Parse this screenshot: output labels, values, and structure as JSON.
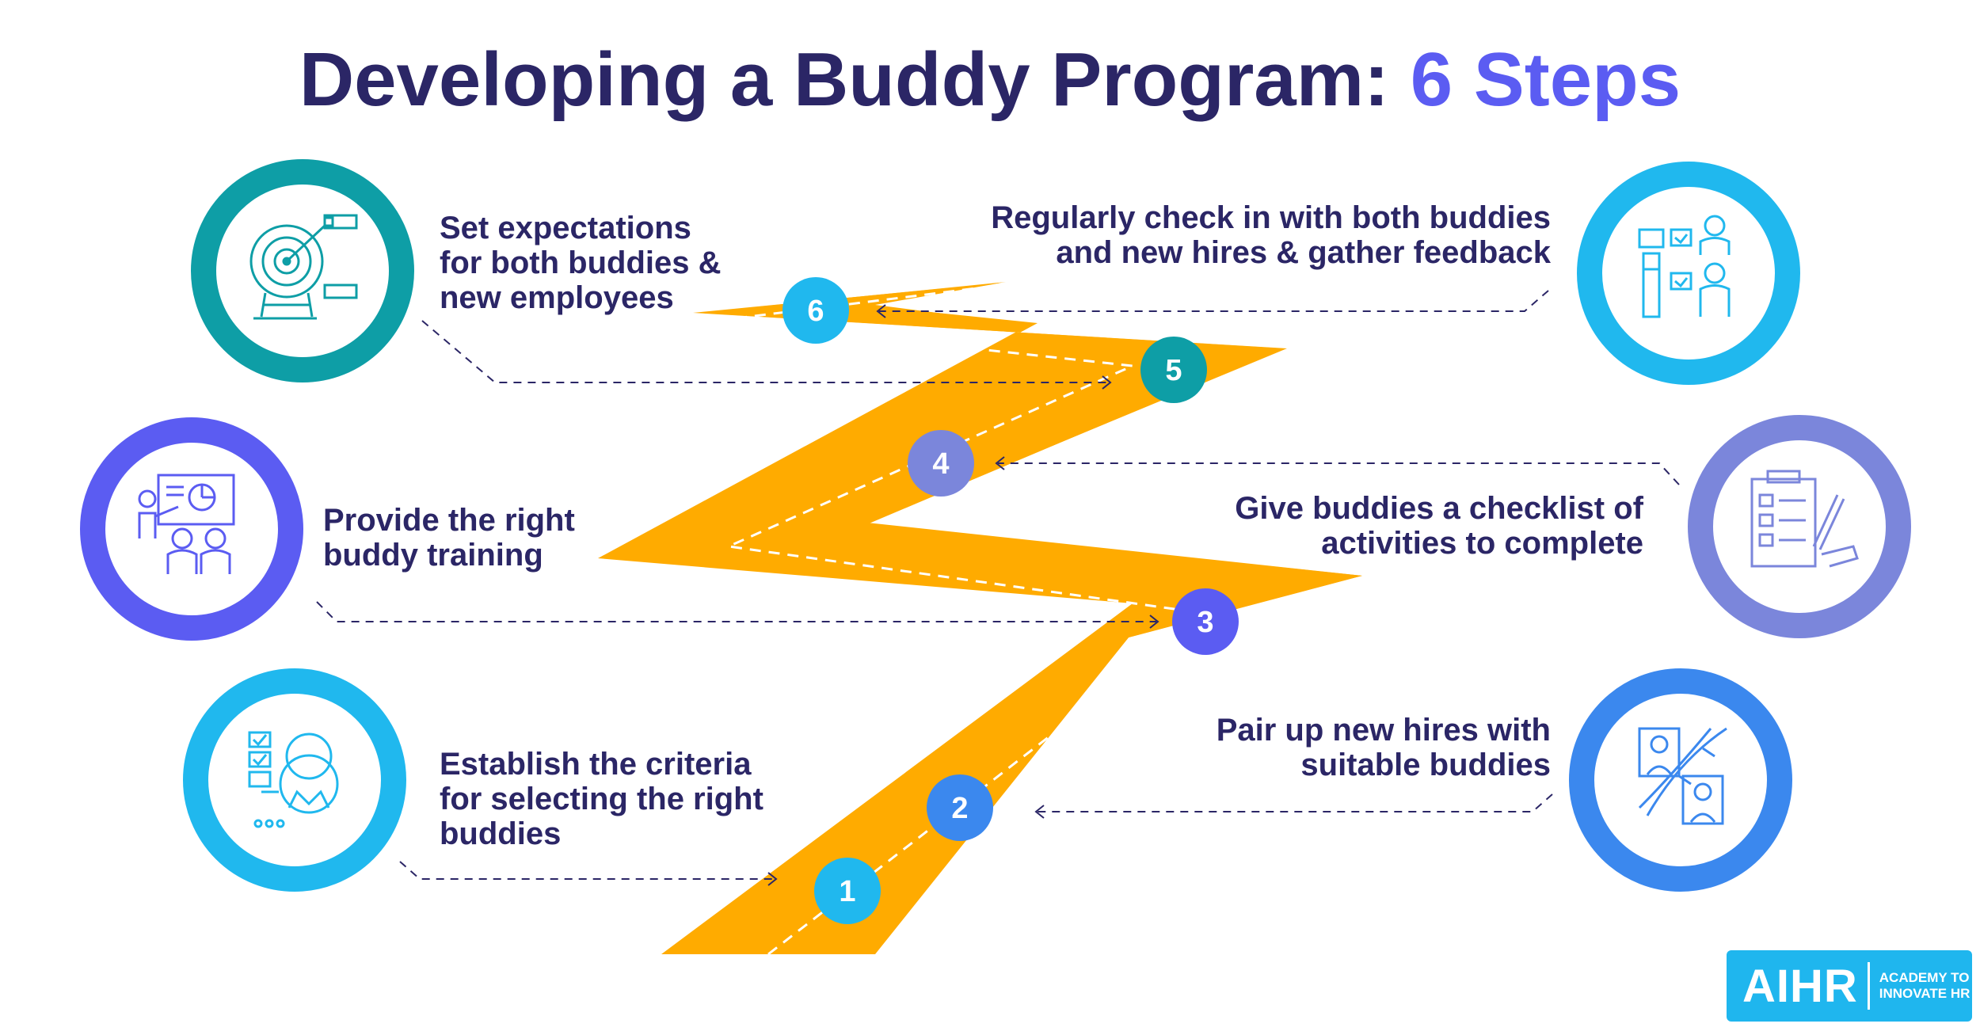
{
  "title": {
    "main": "Developing a Buddy Program:",
    "accent": "6 Steps"
  },
  "steps": [
    {
      "number": "1",
      "lines": [
        "Establish the criteria",
        "for selecting the right",
        "buddies"
      ],
      "icon": "candidate-checklist-icon"
    },
    {
      "number": "2",
      "lines": [
        "Pair up new hires with",
        "suitable buddies"
      ],
      "icon": "dna-matching-icon"
    },
    {
      "number": "3",
      "lines": [
        "Provide the right",
        "buddy training"
      ],
      "icon": "presentation-training-icon"
    },
    {
      "number": "4",
      "lines": [
        "Give buddies a checklist of",
        "activities to complete"
      ],
      "icon": "checklist-pen-icon"
    },
    {
      "number": "5",
      "lines": [
        "Set expectations",
        "for both buddies &",
        "new employees"
      ],
      "icon": "target-goal-icon"
    },
    {
      "number": "6",
      "lines": [
        "Regularly check in with both buddies",
        "and new hires & gather feedback"
      ],
      "icon": "feedback-chat-icon"
    }
  ],
  "logo": {
    "brand": "AIHR",
    "line1": "ACADEMY TO",
    "line2": "INNOVATE HR"
  },
  "colors": {
    "road": "#ffab00",
    "navy": "#2b2666",
    "teal": "#0e9ea6",
    "violet": "#5b5cf2",
    "sky": "#20b8ee",
    "lavender": "#7b86db",
    "blue": "#3b88ee"
  }
}
